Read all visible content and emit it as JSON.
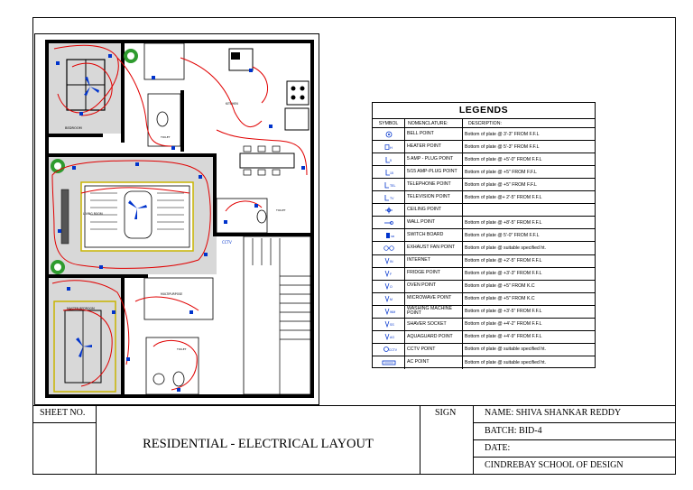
{
  "legend": {
    "title": "LEGENDS",
    "headers": {
      "symbol": "SYMBOL",
      "nomenclature": "NOMENCLATURE:",
      "description": "DESCRIPTION:"
    },
    "rows": [
      {
        "name": "BELL POINT",
        "desc": "Bottom of plate @ 3'-3\" FROM F.F.L",
        "icon": "bell-icon"
      },
      {
        "name": "HEATER POINT",
        "desc": "Bottom of plate @ 5'-3\" FROM F.F.L",
        "icon": "heater-icon"
      },
      {
        "name": "5 AMP - PLUG POINT",
        "desc": "Bottom of plate @ +5'-0\" FROM F.F.L",
        "icon": "plug-5amp-icon"
      },
      {
        "name": "5/15 AMP-PLUG POINT",
        "desc": "Bottom of plate @ +5\" FROM F.F.L",
        "icon": "plug-15amp-icon"
      },
      {
        "name": "TELEPHONE POINT",
        "desc": "Bottom of plate @ +5\" FROM F.F.L",
        "icon": "telephone-icon"
      },
      {
        "name": "TELEVISION POINT",
        "desc": "Bottom of plate @+ 2'-5\" FROM F.F.L",
        "icon": "television-icon"
      },
      {
        "name": "CEILING POINT",
        "desc": "",
        "icon": "ceiling-point-icon"
      },
      {
        "name": "WALL POINT",
        "desc": "Bottom of plate @ +8'-5\" FROM F.F.L",
        "icon": "wall-point-icon"
      },
      {
        "name": "SWITCH BOARD",
        "desc": "Bottom of plate @ 5'-0\" FROM F.F.L",
        "icon": "switch-board-icon"
      },
      {
        "name": "EXHAUST FAN POINT",
        "desc": "Bottom of plate @ suitable specified ht.",
        "icon": "exhaust-fan-icon"
      },
      {
        "name": "INTERNET",
        "desc": "Bottom of plate @ +2'-5\" FROM F.F.L",
        "icon": "internet-icon"
      },
      {
        "name": "FRIDGE POINT",
        "desc": "Bottom of plate @ +3'-3\" FROM F.F.L",
        "icon": "fridge-icon"
      },
      {
        "name": "OVEN POINT",
        "desc": "Bottom of plate @ +5\" FROM K.C",
        "icon": "oven-icon"
      },
      {
        "name": "MICROWAVE POINT",
        "desc": "Bottom of plate @ +5\" FROM K.C",
        "icon": "microwave-icon"
      },
      {
        "name": "WASHING MACHINE POINT",
        "desc": "Bottom of plate @ +3'-5\" FROM F.F.L",
        "icon": "washing-machine-icon"
      },
      {
        "name": "SHAVER SOCKET",
        "desc": "Bottom of plate @ +4'-2\" FROM F.F.L",
        "icon": "shaver-icon"
      },
      {
        "name": "AQUAGUARD POINT",
        "desc": "Bottom of plate @ +4'-9\" FROM F.F.L",
        "icon": "aquaguard-icon"
      },
      {
        "name": "CCTV POINT",
        "desc": "Bottom of plate @ suitable specified ht.",
        "icon": "cctv-icon"
      },
      {
        "name": "AC POINT",
        "desc": "Bottom of plate @ suitable specified ht.",
        "icon": "ac-icon"
      }
    ]
  },
  "title_block": {
    "sheet_no_label": "SHEET NO.",
    "title": "RESIDENTIAL - ELECTRICAL LAYOUT",
    "sign_label": "SIGN",
    "name": "NAME: SHIVA SHANKAR REDDY",
    "batch": "BATCH: BID-4",
    "date": "DATE:",
    "school": "CINDREBAY SCHOOL OF DESIGN"
  },
  "plan": {
    "rooms": {
      "bedroom": "BEDROOM",
      "toilet_1": "TOILET",
      "kitchen": "KITCHEN",
      "living": "LIVING ROOM",
      "toilet_2": "TOILET",
      "master_bedroom": "MASTER BEDROOM",
      "multipurpose": "MULTIPURPOSE",
      "toilet_3": "TOILET",
      "cctv": "CCTV"
    }
  },
  "colors": {
    "wire": "#e00000",
    "fixture": "#0033cc",
    "plant": "#2e9b2e",
    "wall": "#000000",
    "floor": "#d8d8d8"
  }
}
